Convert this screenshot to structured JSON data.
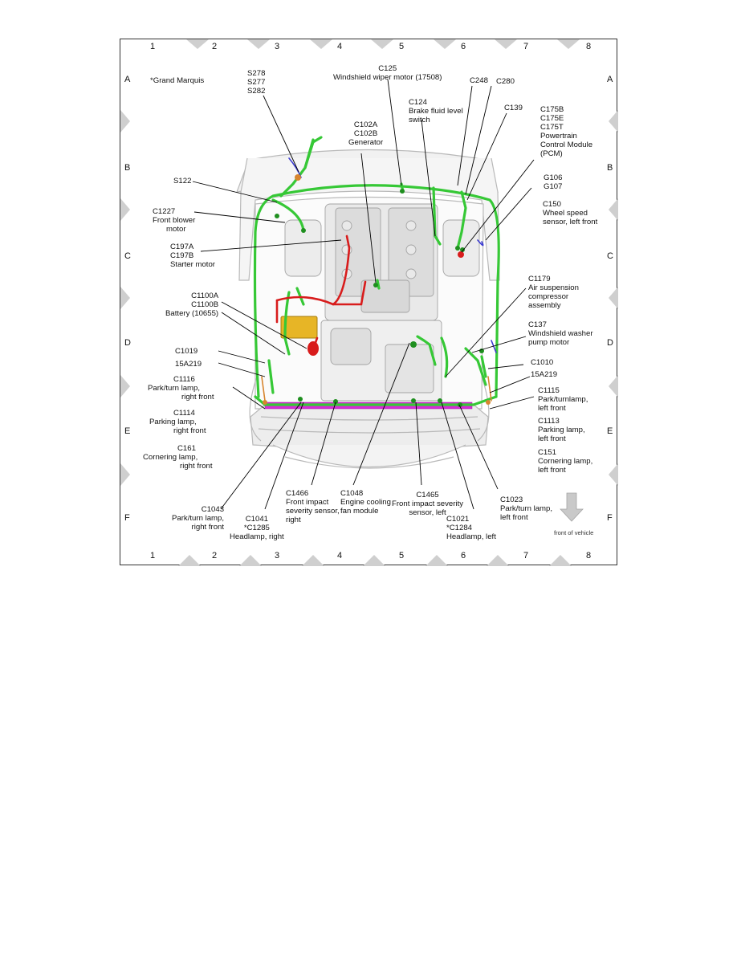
{
  "grid": {
    "columns": [
      "1",
      "2",
      "3",
      "4",
      "5",
      "6",
      "7",
      "8"
    ],
    "rows": [
      "A",
      "B",
      "C",
      "D",
      "E",
      "F"
    ]
  },
  "colors": {
    "harness_main": "#36c836",
    "harness_dark": "#1f8f1f",
    "harness_red": "#d81c1c",
    "harness_purple": "#d62bd6",
    "harness_blue": "#3b3bd0",
    "harness_orange": "#d7852f",
    "battery": "#e7b526",
    "arrow_grey": "#c9c9c9"
  },
  "labels": {
    "grand_marquis": "*Grand Marquis",
    "s278": "S278",
    "s277": "S277",
    "s282": "S282",
    "c125": "C125",
    "c125_desc": "Windshield wiper motor (17508)",
    "c248": "C248",
    "c280": "C280",
    "c124": "C124",
    "c124_desc1": "Brake fluid level",
    "c124_desc2": "switch",
    "c139": "C139",
    "c102a": "C102A",
    "c102b": "C102B",
    "generator": "Generator",
    "c175b": "C175B",
    "c175e": "C175E",
    "c175t": "C175T",
    "pcm1": "Powertrain",
    "pcm2": "Control Module",
    "pcm3": "(PCM)",
    "g106": "G106",
    "g107": "G107",
    "s122": "S122",
    "c150": "C150",
    "c150_desc1": "Wheel speed",
    "c150_desc2": "sensor, left front",
    "c1227": "C1227",
    "c1227_desc1": "Front blower",
    "c1227_desc2": "motor",
    "c197a": "C197A",
    "c197b": "C197B",
    "starter": "Starter motor",
    "c1179": "C1179",
    "c1179_desc1": "Air suspension",
    "c1179_desc2": "compressor",
    "c1179_desc3": "assembly",
    "c1100a": "C1100A",
    "c1100b": "C1100B",
    "battery": "Battery (10655)",
    "c137": "C137",
    "c137_desc1": "Windshield washer",
    "c137_desc2": "pump motor",
    "c1019": "C1019",
    "r15a219": "15A219",
    "c1010": "C1010",
    "l15a219": "15A219",
    "c1116": "C1116",
    "c1116_desc1": "Park/turn lamp,",
    "c1116_desc2": "right front",
    "c1115": "C1115",
    "c1115_desc1": "Park/turnlamp,",
    "c1115_desc2": "left front",
    "c1114": "C1114",
    "c1114_desc1": "Parking lamp,",
    "c1114_desc2": "right front",
    "c1113": "C1113",
    "c1113_desc1": "Parking lamp,",
    "c1113_desc2": "left front",
    "c161": "C161",
    "c161_desc1": "Cornering lamp,",
    "c161_desc2": "right front",
    "c151": "C151",
    "c151_desc1": "Cornering lamp,",
    "c151_desc2": "left front",
    "c1466": "C1466",
    "c1466_desc1": "Front impact",
    "c1466_desc2": "severity sensor,",
    "c1466_desc3": "right",
    "c1048": "C1048",
    "c1048_desc1": "Engine cooling",
    "c1048_desc2": "fan module",
    "c1465": "C1465",
    "c1465_desc1": "Front impact severity",
    "c1465_desc2": "sensor, left",
    "c1043": "C1043",
    "c1043_desc1": "Park/turn lamp,",
    "c1043_desc2": "right front",
    "c1041": "C1041",
    "c1285": "*C1285",
    "headlamp_r": "Headlamp, right",
    "c1021": "C1021",
    "c1284": "*C1284",
    "headlamp_l": "Headlamp, left",
    "c1023": "C1023",
    "c1023_desc1": "Park/turn lamp,",
    "c1023_desc2": "left front",
    "front_of_vehicle": "front of vehicle"
  }
}
